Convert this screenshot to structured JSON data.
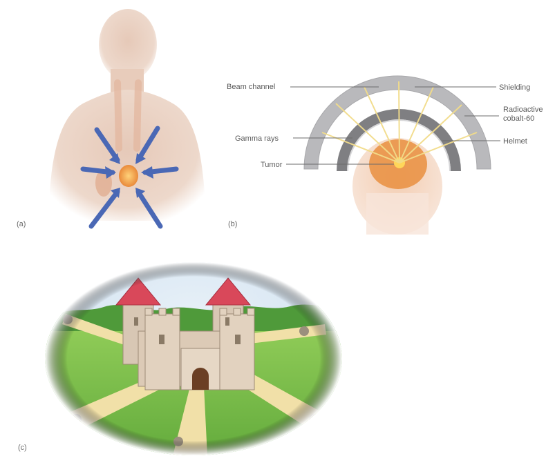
{
  "panels": {
    "a": {
      "letter": "(a)"
    },
    "b": {
      "letter": "(b)",
      "labels": {
        "slots": "Beam channel",
        "gamma": "Gamma rays",
        "tumor": "Tumor",
        "shielding": "Shielding",
        "cobalt": "Radioactive cobalt-60",
        "helmet": "Helmet"
      }
    },
    "c": {
      "letter": "(c)"
    }
  },
  "colors": {
    "body": "#e8cdbd",
    "arrow": "#4a68b5",
    "tumor": "#f0a040",
    "shield": "#b3b3b6",
    "helmet": "#7d7d80",
    "roof": "#d9485a",
    "grass": "#7fbf4a",
    "castle": "#d8c7b4"
  }
}
